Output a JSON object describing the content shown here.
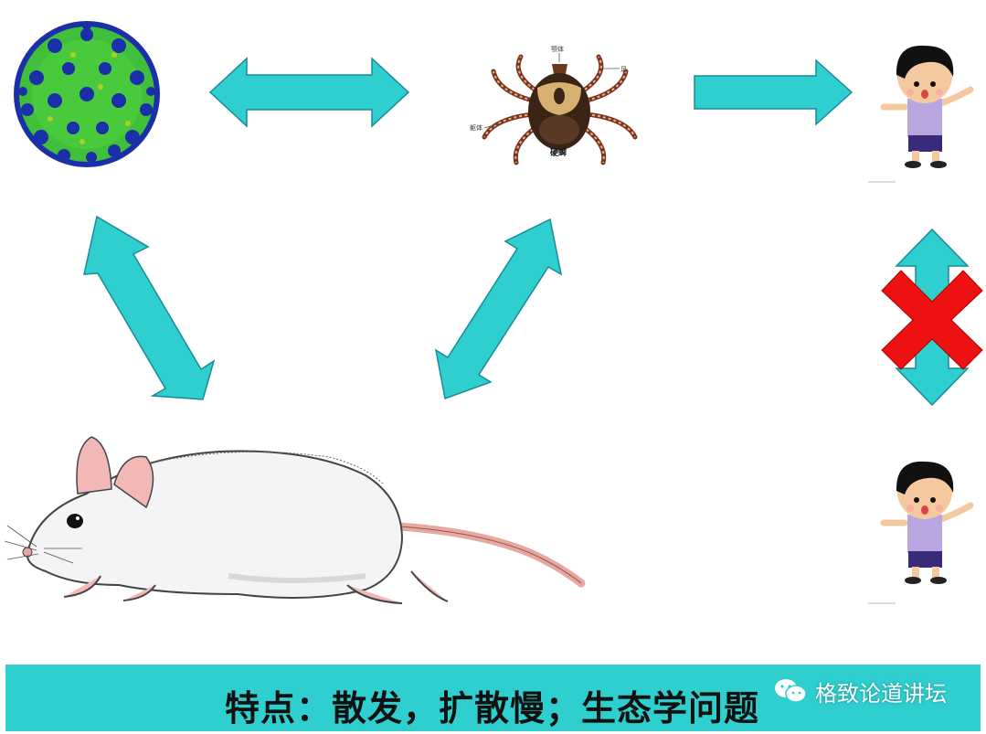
{
  "footer": {
    "text": "特点：散发，扩散慢；生态学问题",
    "bar_color": "#2fcfcf"
  },
  "watermark": {
    "icon": "wechat-icon",
    "text": "格致论道讲坛"
  },
  "tick": {
    "label_top": "颚体",
    "label_right": "足",
    "label_left": "躯体",
    "caption": "硬蜱"
  },
  "colors": {
    "arrow": "#2fcfcf",
    "arrow_stroke": "#1a8a96",
    "cross": "#ee1111",
    "virus_green": "#3fbf3a",
    "virus_blue": "#1a2fa8"
  },
  "arrows": [
    {
      "from": "virus",
      "to": "tick",
      "kind": "double"
    },
    {
      "from": "tick",
      "to": "human-top",
      "kind": "single"
    },
    {
      "from": "virus",
      "to": "mouse",
      "kind": "double"
    },
    {
      "from": "tick",
      "to": "mouse",
      "kind": "double"
    },
    {
      "from": "human-top",
      "to": "human-bottom",
      "kind": "double-blocked"
    }
  ]
}
